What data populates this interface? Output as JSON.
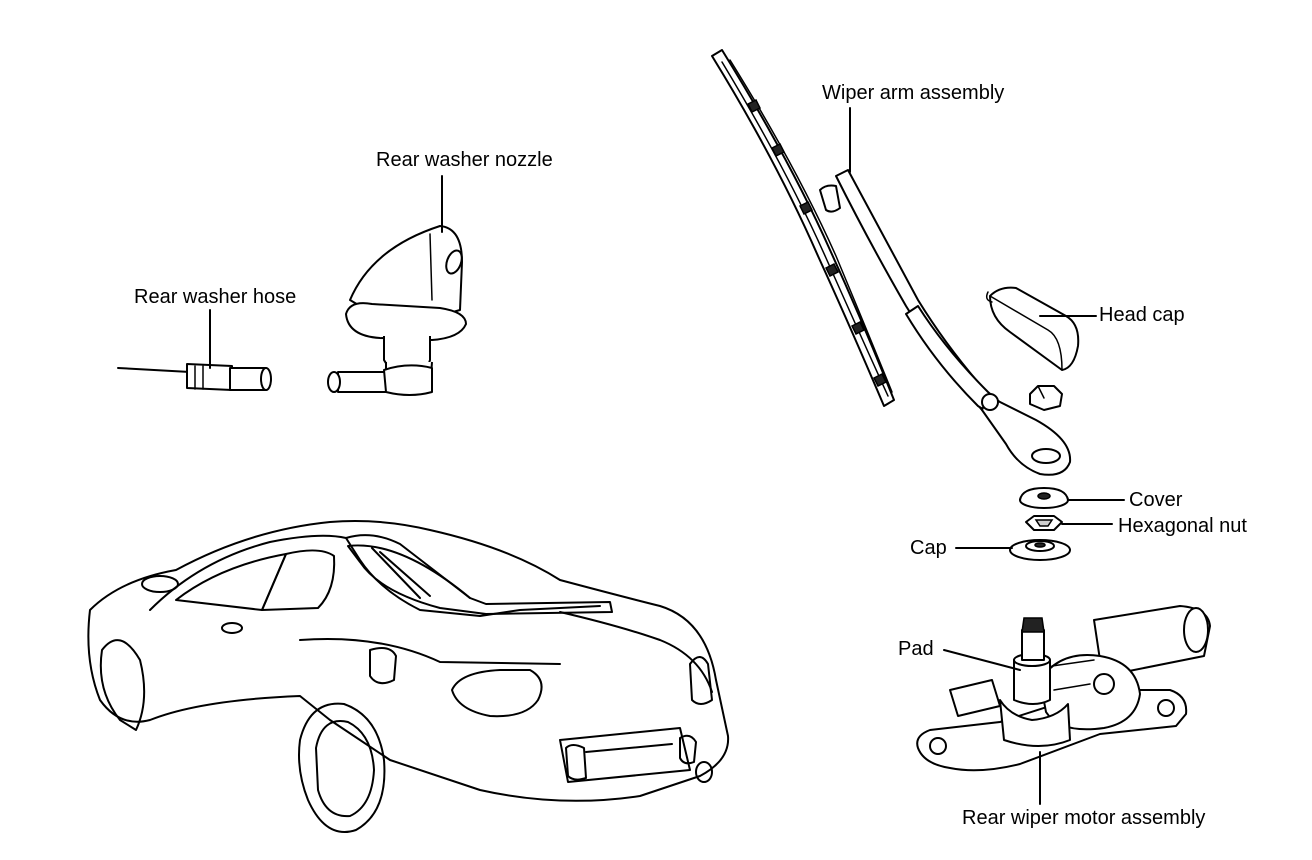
{
  "labels": {
    "rear_washer_nozzle": "Rear washer nozzle",
    "rear_washer_hose": "Rear washer hose",
    "wiper_arm_assembly": "Wiper arm assembly",
    "head_cap": "Head cap",
    "cover": "Cover",
    "hexagonal_nut": "Hexagonal nut",
    "cap": "Cap",
    "pad": "Pad",
    "rear_wiper_motor_assembly": "Rear wiper motor assembly"
  }
}
